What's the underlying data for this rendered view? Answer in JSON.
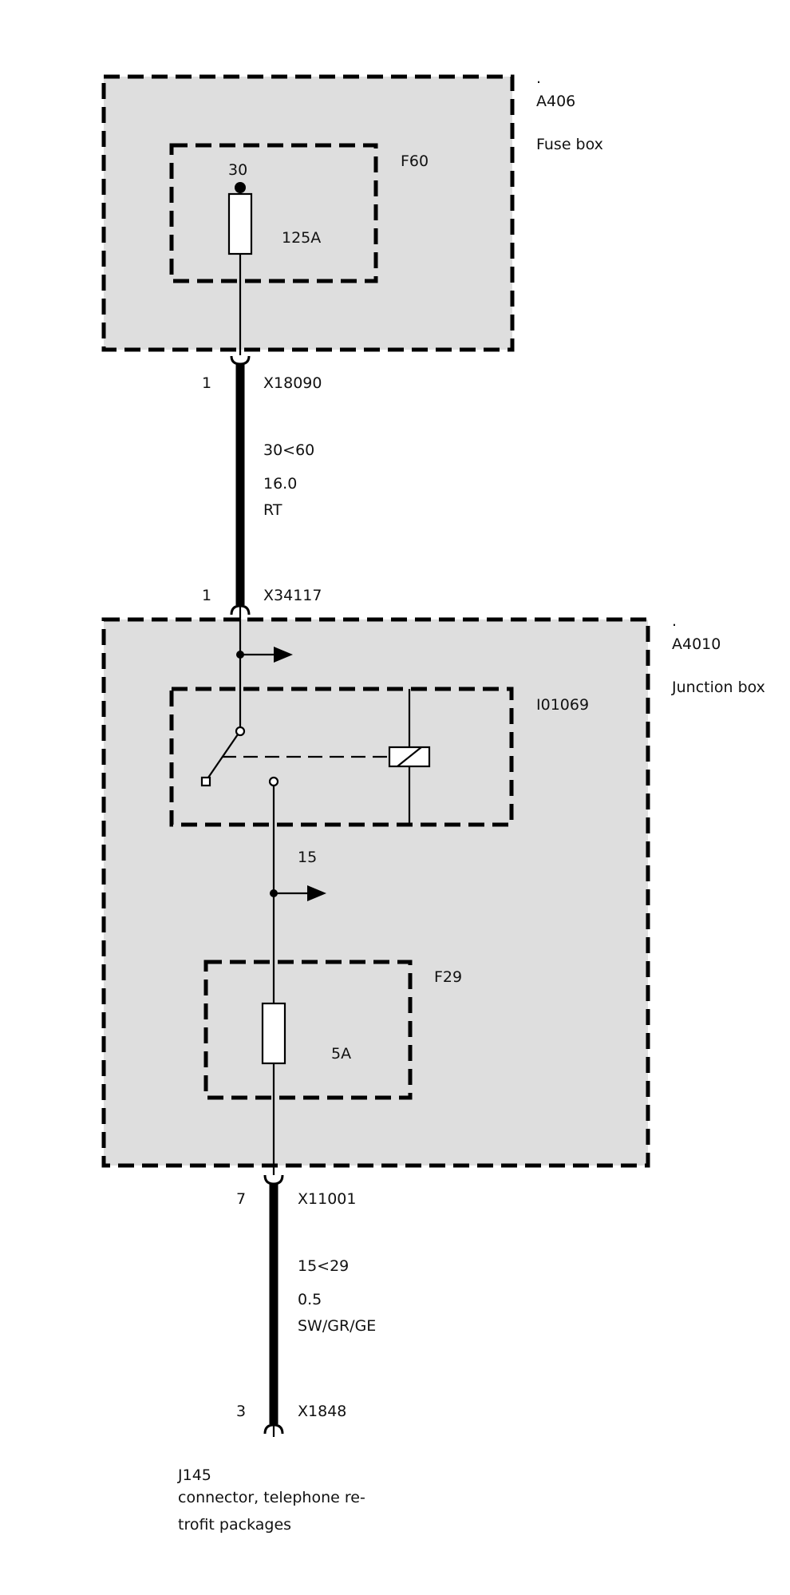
{
  "fuse_box": {
    "dot": ".",
    "id": "A406",
    "name": "Fuse box",
    "fuse": {
      "id": "F60",
      "terminal": "30",
      "rating": "125A"
    }
  },
  "wire_1": {
    "pin_top": "1",
    "connector_top": "X18090",
    "circuit": "30<60",
    "cross_section": "16.0",
    "color": "RT",
    "pin_bottom": "1",
    "connector_bottom": "X34117"
  },
  "junction_box": {
    "dot": ".",
    "id": "A4010",
    "name": "Junction box",
    "relay": {
      "id": "I01069"
    },
    "output_terminal": "15",
    "fuse": {
      "id": "F29",
      "rating": "5A"
    }
  },
  "wire_2": {
    "pin_top": "7",
    "connector_top": "X11001",
    "circuit": "15<29",
    "cross_section": "0.5",
    "color": "SW/GR/GE",
    "pin_bottom": "3",
    "connector_bottom": "X1848"
  },
  "destination": {
    "id": "J145",
    "description_line1": "connector, telephone re-",
    "description_line2": "trofit packages"
  }
}
